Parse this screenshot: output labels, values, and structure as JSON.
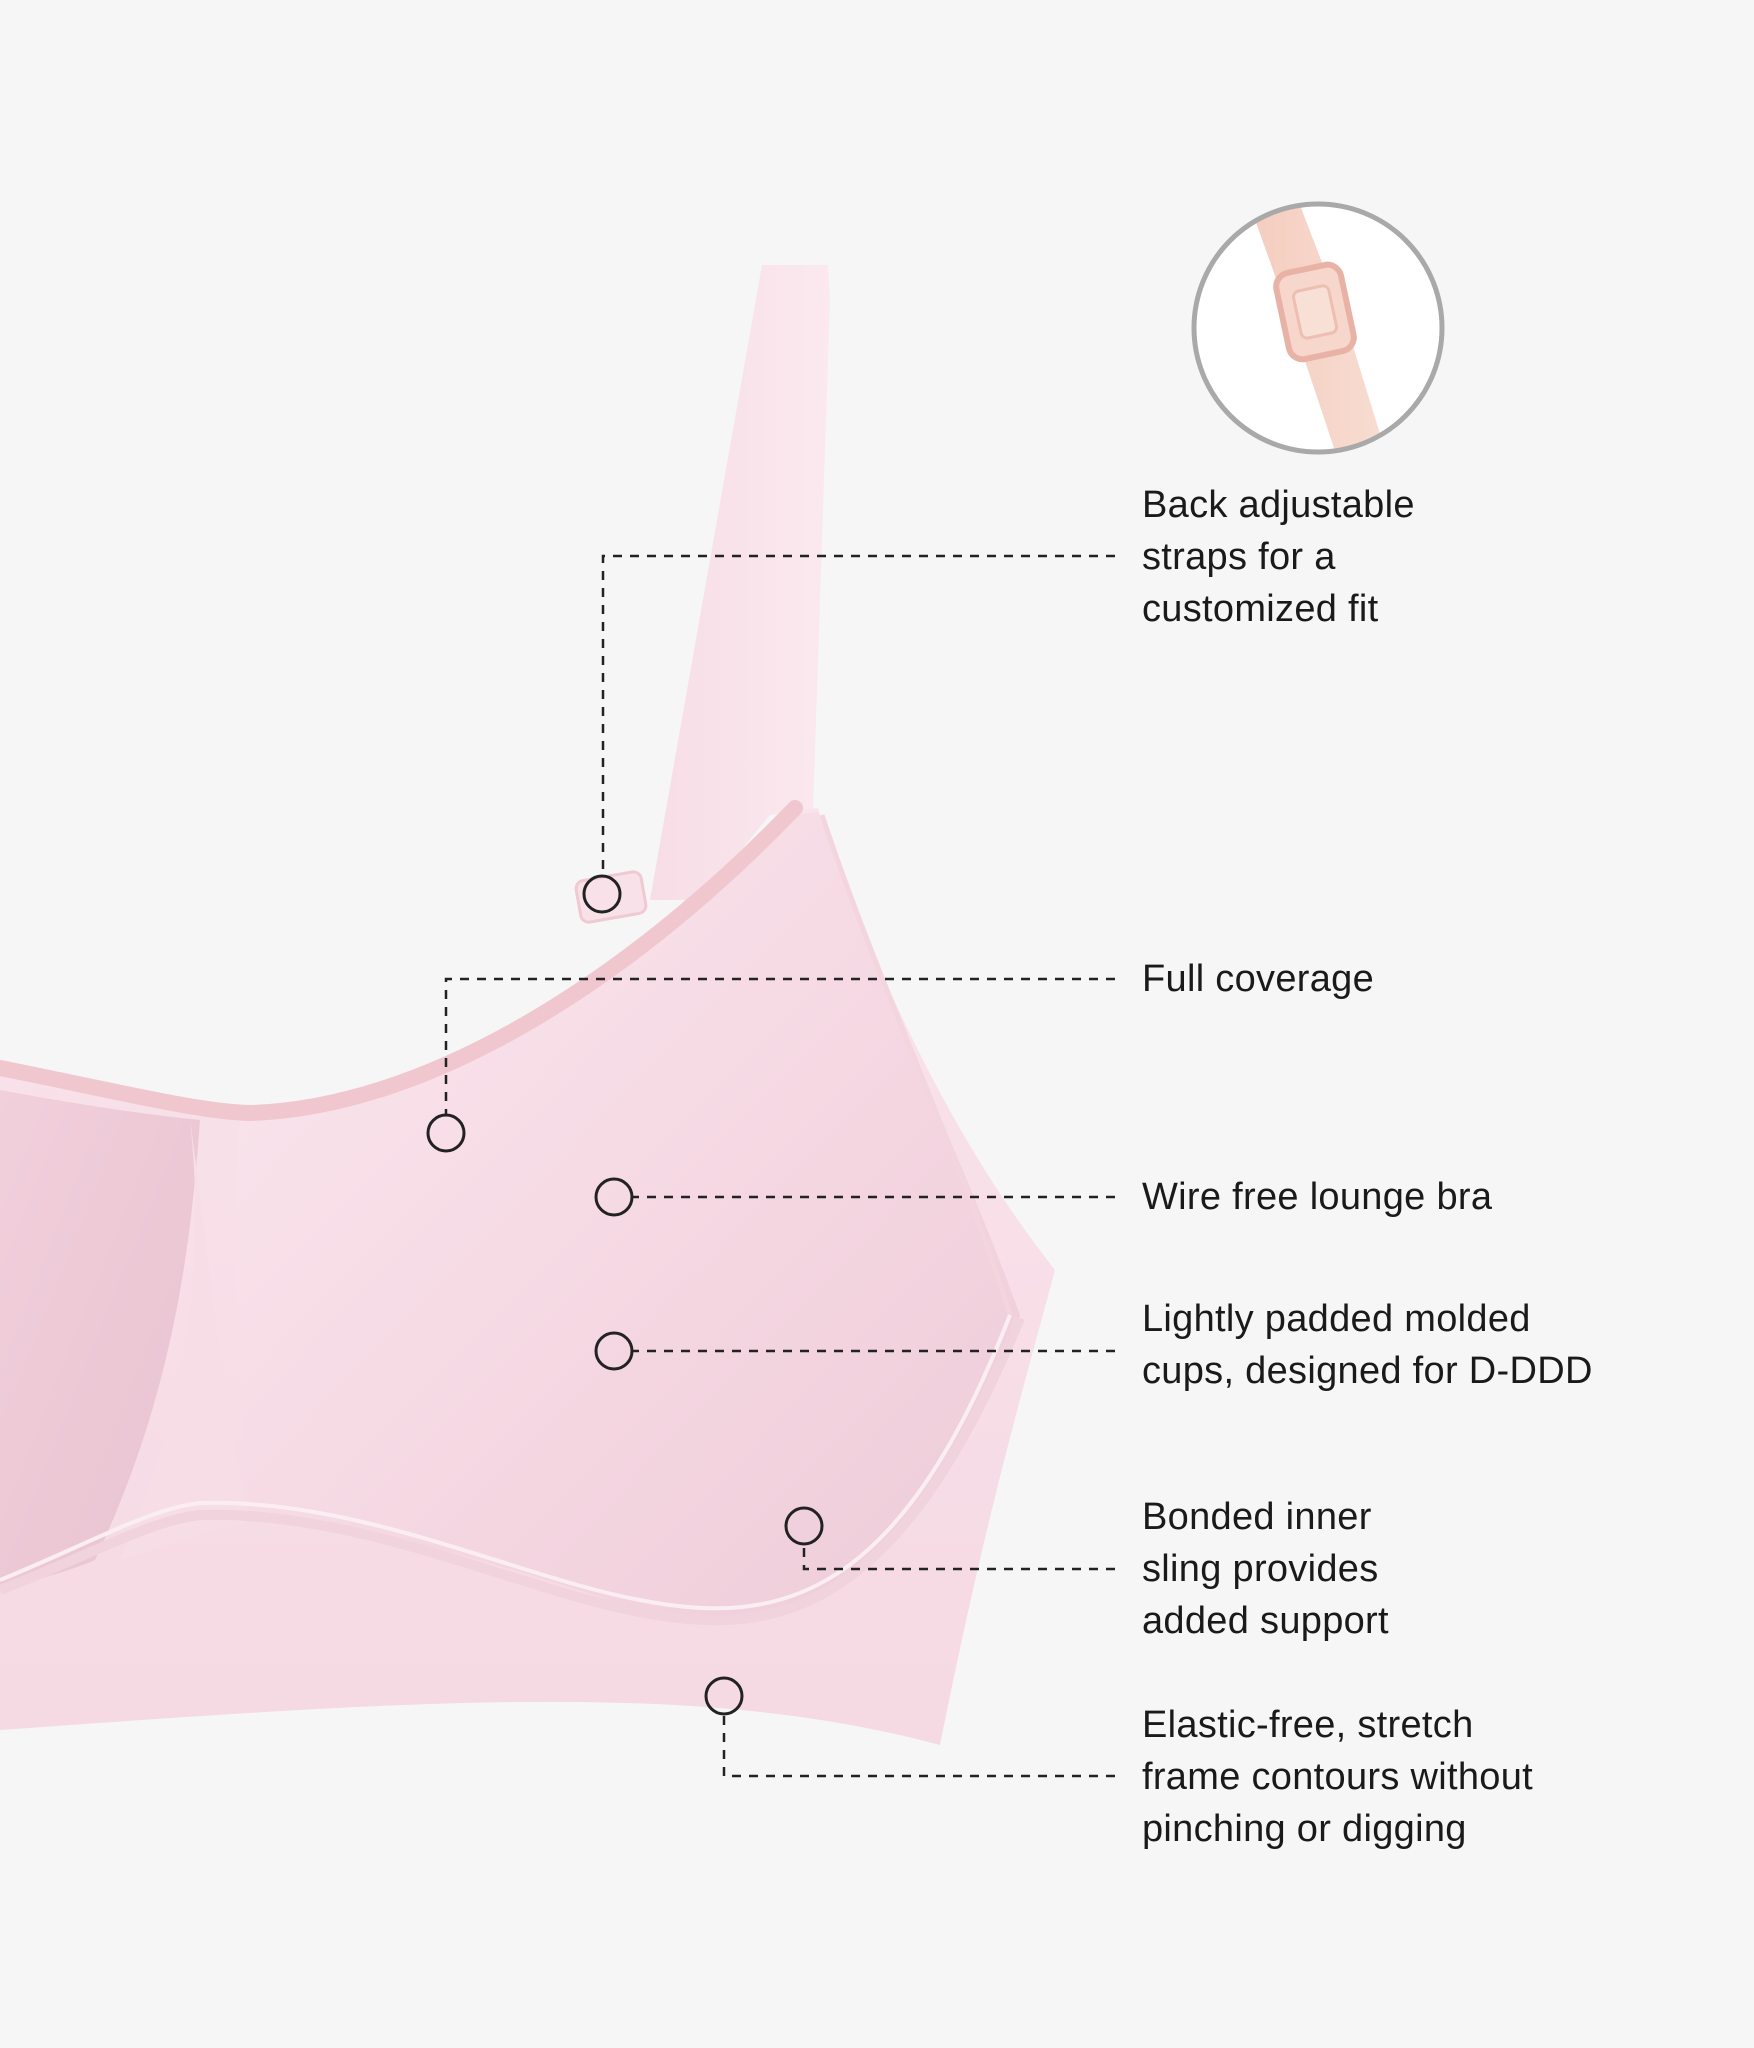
{
  "callouts": {
    "straps": {
      "lines": [
        "Back adjustable",
        "straps for a",
        "customized fit"
      ]
    },
    "coverage": {
      "lines": [
        "Full coverage"
      ]
    },
    "wire_free": {
      "lines": [
        "Wire free lounge bra"
      ]
    },
    "cups": {
      "lines": [
        "Lightly padded molded",
        "cups, designed for D-DDD"
      ]
    },
    "sling": {
      "lines": [
        "Bonded inner",
        "sling provides",
        "added support"
      ]
    },
    "frame": {
      "lines": [
        "Elastic-free, stretch",
        "frame contours without",
        "pinching or digging"
      ]
    }
  },
  "colors": {
    "background": "#f6f6f6",
    "fabric": "#f7dfe8",
    "fabric_shadow": "#efcbd9",
    "trim": "#f3cfd4",
    "leader": "#222222",
    "text": "#1a1a1a"
  }
}
